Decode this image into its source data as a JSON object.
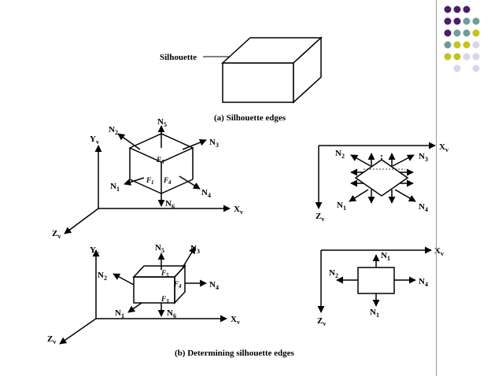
{
  "top": {
    "silhouette_label": "Silhouette",
    "caption": "(a) Silhouette edges"
  },
  "bottom_caption": "(b) Determining silhouette edges",
  "d1": {
    "n1": "N",
    "n1s": "1",
    "n2": "N",
    "n2s": "2",
    "n3": "N",
    "n3s": "3",
    "n4": "N",
    "n4s": "4",
    "n5": "N",
    "n5s": "5",
    "n6": "N",
    "n6s": "6",
    "f1": "F",
    "f1s": "1",
    "f4": "F",
    "f4s": "4",
    "f5": "F",
    "f5s": "5",
    "xv": "X",
    "xvs": "v",
    "yv": "Y",
    "yvs": "v",
    "zv": "Z",
    "zvs": "v"
  },
  "d2": {
    "n1": "N",
    "n1s": "1",
    "n2": "N",
    "n2s": "2",
    "n3": "N",
    "n3s": "3",
    "n4": "N",
    "n4s": "4",
    "xv": "X",
    "xvs": "v",
    "zv": "Z",
    "zvs": "v"
  },
  "d3": {
    "n1": "N",
    "n1s": "1",
    "n2": "N",
    "n2s": "2",
    "n3": "N",
    "n3s": "3",
    "n4": "N",
    "n4s": "4",
    "n5": "N",
    "n5s": "5",
    "n6": "N",
    "n6s": "6",
    "f3": "F",
    "f3s": "3",
    "f4": "F",
    "f4s": "4",
    "f5": "F",
    "f5s": "5",
    "xv": "X",
    "xvs": "v",
    "yv": "Y",
    "yvs": "v",
    "zv": "Z",
    "zvs": "v"
  },
  "d4": {
    "n1": "N",
    "n1s": "1",
    "n2": "N",
    "n2s": "2",
    "n4": "N",
    "n4s": "4",
    "n5": "N",
    "n5s": "1",
    "xv": "X",
    "xvs": "v",
    "zv": "Z",
    "zvs": "v"
  },
  "theme": {
    "purple": "#4b1d6b",
    "teal": "#6f9c98",
    "lime": "#c5c21f",
    "lavender": "#d6d7ea",
    "line": "#9a9a9a"
  }
}
